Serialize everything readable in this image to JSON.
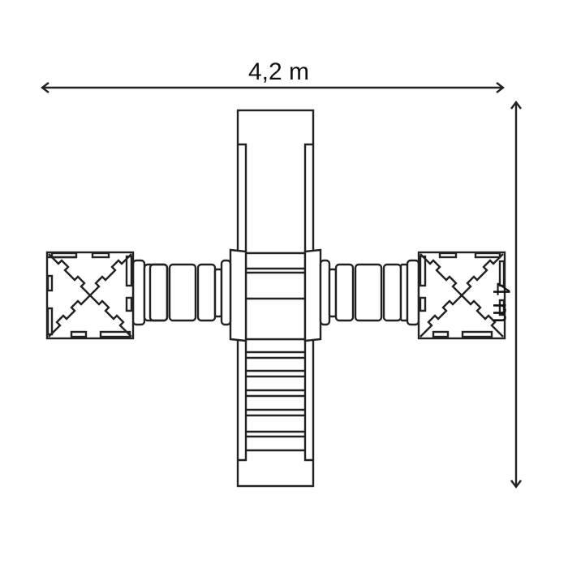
{
  "diagram": {
    "type": "top-view playground structure plan",
    "line_color": "#222222",
    "background": "#ffffff",
    "dimensions": {
      "width": {
        "label": "4,2 m",
        "value": 4.2,
        "unit": "m",
        "orientation": "horizontal"
      },
      "height": {
        "label": "4 m",
        "value": 4,
        "unit": "m",
        "orientation": "vertical"
      }
    },
    "components": [
      {
        "name": "slide-top",
        "description": "top slide / ramp element"
      },
      {
        "name": "central-platform",
        "description": "center tower platform with side posts"
      },
      {
        "name": "ladder-bottom",
        "description": "ladder with rungs at bottom"
      },
      {
        "name": "left-tunnel",
        "description": "segmented crawl tunnel on the left"
      },
      {
        "name": "right-tunnel",
        "description": "segmented crawl tunnel on the right"
      },
      {
        "name": "left-tower",
        "description": "square tower with pyramid roof, left"
      },
      {
        "name": "right-tower",
        "description": "square tower with pyramid roof, right"
      }
    ]
  }
}
